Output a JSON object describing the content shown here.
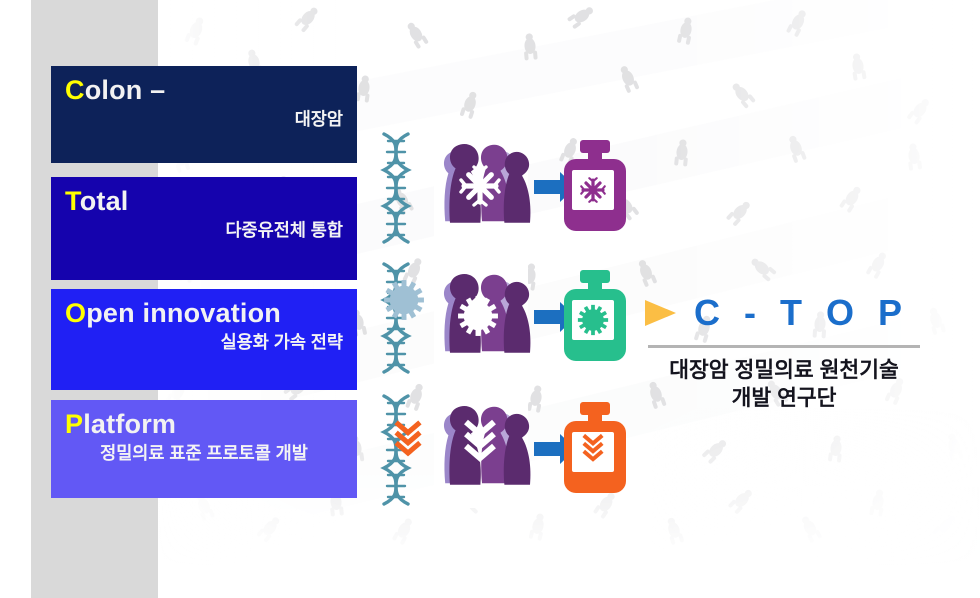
{
  "slide": {
    "background_color": "#ffffff",
    "panel_color": "#d9d9d9"
  },
  "acronym": {
    "boxes": [
      {
        "letter": "C",
        "rest": "olon –",
        "korean": "대장암",
        "color": "#0d2259",
        "name": "colon"
      },
      {
        "letter": "T",
        "rest": "otal",
        "korean": "다중유전체 통합",
        "color": "#1503ad",
        "name": "total"
      },
      {
        "letter": "O",
        "rest": "pen innovation",
        "korean": "실용화 가속 전략",
        "color": "#2020f4",
        "name": "open-innovation"
      },
      {
        "letter": "P",
        "rest": "latform",
        "korean": "정밀의료 표준 프로토콜 개발",
        "color": "#6258f5",
        "name": "platform"
      }
    ],
    "highlight_color": "#ffff00",
    "text_color": "#f2f2f2"
  },
  "pipeline": {
    "rows": [
      {
        "name": "purple-row",
        "dna_color": "#4c8fa6",
        "marker_color": "#8e2f8e",
        "marker_shape": "asterisk-starburst",
        "people_colors": [
          "#5b2b6e",
          "#7b3f8f",
          "#9b86c9",
          "#b9a7d8"
        ],
        "arrow_color": "#1c6fc0",
        "bottle_color": "#8e2f8e",
        "bottle_label": "asterisk-starburst"
      },
      {
        "name": "green-row",
        "dna_color": "#4c8fa6",
        "marker_color": "#2bb88a",
        "marker_shape": "gear-virus",
        "people_colors": [
          "#5b2b6e",
          "#7b3f8f",
          "#9b86c9",
          "#b9a7d8"
        ],
        "arrow_color": "#1c6fc0",
        "bottle_color": "#27bf8d",
        "bottle_label": "gear-virus"
      },
      {
        "name": "orange-row",
        "dna_color": "#4c8fa6",
        "marker_color": "#f4621f",
        "marker_shape": "triple-chevron-down",
        "people_colors": [
          "#5b2b6e",
          "#7b3f8f",
          "#9b86c9",
          "#b9a7d8"
        ],
        "arrow_color": "#1c6fc0",
        "bottle_color": "#f4621f",
        "bottle_label": "triple-chevron-down"
      }
    ]
  },
  "ctop": {
    "triangle_color": "#fbbe44",
    "title": "C - T O P",
    "title_color": "#1b6ecb",
    "subtitle": "대장암 정밀의료 원천기술\n개발 연구단",
    "subtitle_color": "#14141e",
    "rule_color": "#b4b4b4"
  }
}
